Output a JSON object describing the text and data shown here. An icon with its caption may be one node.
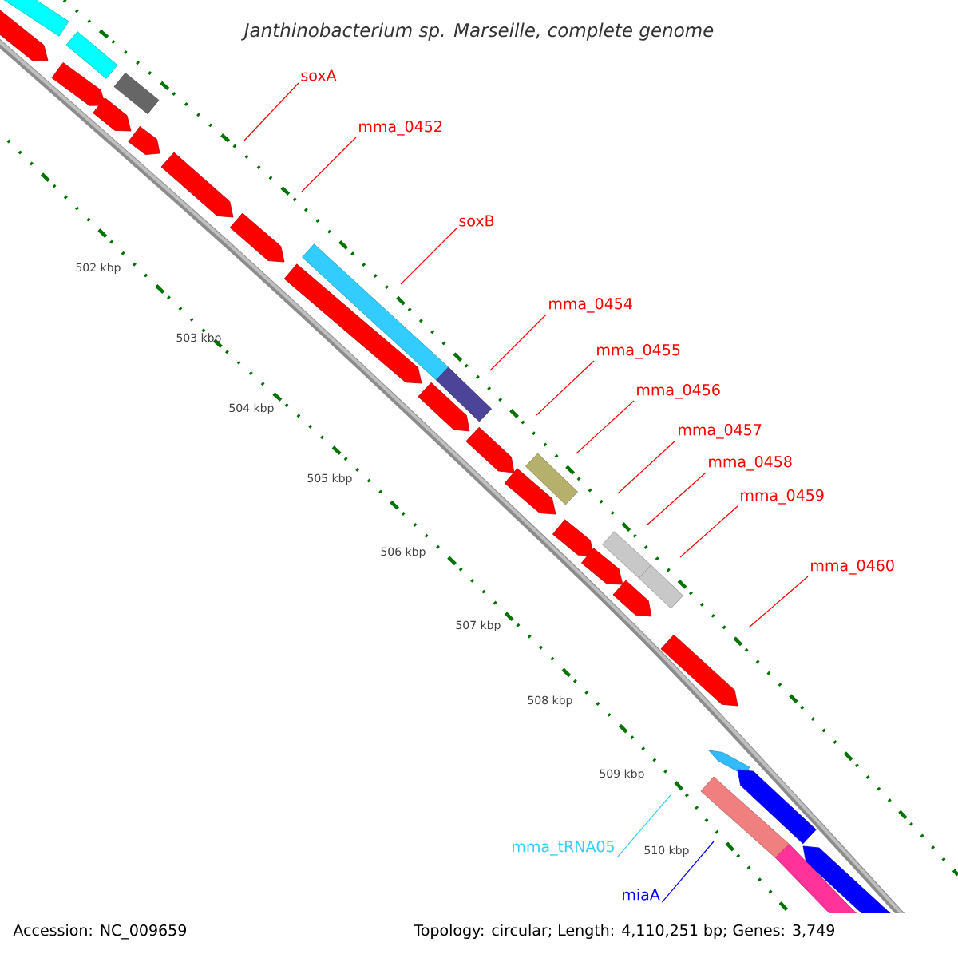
{
  "diagram": {
    "title": "Janthinobacterium sp. Marseille, complete genome",
    "nodes": [
      {
        "text": [
          "soxA"
        ]
      },
      {
        "text": [
          "mma_0452"
        ]
      },
      {
        "text": [
          "soxB"
        ]
      },
      {
        "text": [
          "mma_0454"
        ]
      },
      {
        "text": [
          "mma_0455"
        ]
      },
      {
        "text": [
          "mma_0456"
        ]
      },
      {
        "text": [
          "mma_0457"
        ]
      },
      {
        "text": [
          "mma_0458"
        ]
      },
      {
        "text": [
          "mma_0459"
        ]
      },
      {
        "text": [
          "mma_0460"
        ]
      },
      {
        "text": [
          "mma_tRNA05"
        ]
      },
      {
        "text": [
          "miaA"
        ]
      }
    ],
    "edges": [
      {
        "from": 0,
        "to": null,
        "arrow": "none"
      },
      {
        "from": 1,
        "to": null,
        "arrow": "none"
      },
      {
        "from": 2,
        "to": null,
        "arrow": "none"
      },
      {
        "from": 3,
        "to": null,
        "arrow": "none"
      },
      {
        "from": 4,
        "to": null,
        "arrow": "none"
      },
      {
        "from": 5,
        "to": null,
        "arrow": "none"
      },
      {
        "from": 6,
        "to": null,
        "arrow": "none"
      },
      {
        "from": 7,
        "to": null,
        "arrow": "none"
      },
      {
        "from": 8,
        "to": null,
        "arrow": "none"
      },
      {
        "from": 9,
        "to": null,
        "arrow": "none"
      },
      {
        "from": 10,
        "to": null,
        "arrow": "none",
        "color": "#33ccff"
      },
      {
        "from": 11,
        "to": null,
        "arrow": "none",
        "color": "#0000ff"
      }
    ],
    "labels": [
      "502 kbp",
      "503 kbp",
      "504 kbp",
      "505 kbp",
      "506 kbp",
      "507 kbp",
      "508 kbp",
      "509 kbp",
      "510 kbp",
      "Accession: NC_009659",
      "Topology: circular; Length: 4,110,251 bp; Genes: 3,749"
    ]
  }
}
